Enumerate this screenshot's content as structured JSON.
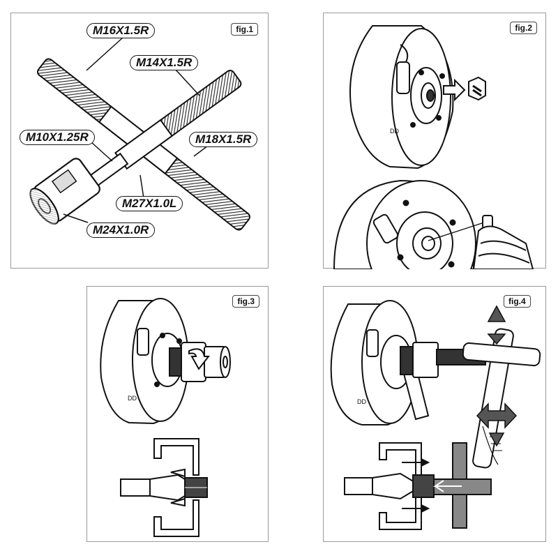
{
  "figures": {
    "fig1": {
      "tag": "fig.1",
      "labels": {
        "m16": "M16X1.5R",
        "m14": "M14X1.5R",
        "m10": "M10X1.25R",
        "m18": "M18X1.5R",
        "m27": "M27X1.0L",
        "m24": "M24X1.0R"
      }
    },
    "fig2": {
      "tag": "fig.2"
    },
    "fig3": {
      "tag": "fig.3"
    },
    "fig4": {
      "tag": "fig.4"
    }
  }
}
